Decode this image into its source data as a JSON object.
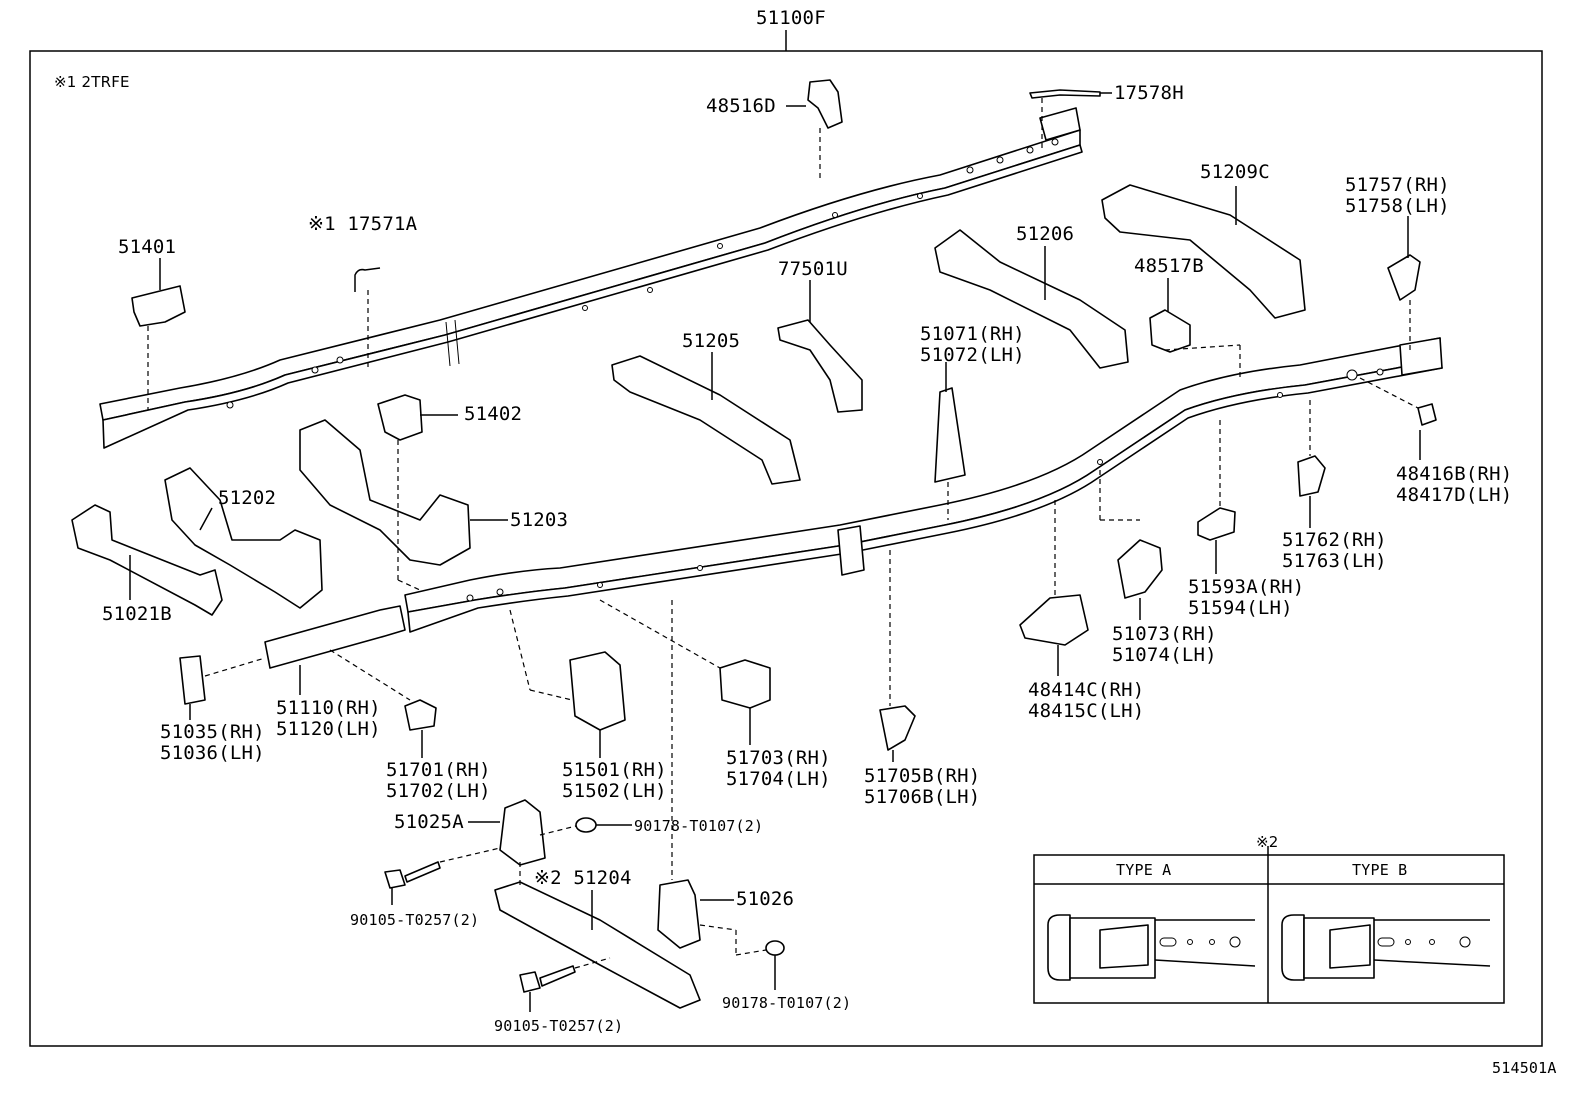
{
  "diagram": {
    "main_part": "51100F",
    "drawing_no": "514501A",
    "footnote1": "※1 2TRFE",
    "footnote2_mark": "※2",
    "type_a": "TYPE A",
    "type_b": "TYPE B",
    "labels": {
      "p48516D": "48516D",
      "p17578H": "17578H",
      "p51209C": "51209C",
      "p51757": [
        "51757(RH)",
        "51758(LH)"
      ],
      "p17571A": "※1 17571A",
      "p51401": "51401",
      "p77501U": "77501U",
      "p51206": "51206",
      "p48517B": "48517B",
      "p51205": "51205",
      "p51071": [
        "51071(RH)",
        "51072(LH)"
      ],
      "p51402": "51402",
      "p51202": "51202",
      "p51203": "51203",
      "p48416B": [
        "48416B(RH)",
        "48417D(LH)"
      ],
      "p51021B": "51021B",
      "p51762": [
        "51762(RH)",
        "51763(LH)"
      ],
      "p51593A": [
        "51593A(RH)",
        "51594(LH)"
      ],
      "p51073": [
        "51073(RH)",
        "51074(LH)"
      ],
      "p48414C": [
        "48414C(RH)",
        "48415C(LH)"
      ],
      "p51110": [
        "51110(RH)",
        "51120(LH)"
      ],
      "p51035": [
        "51035(RH)",
        "51036(LH)"
      ],
      "p51701": [
        "51701(RH)",
        "51702(LH)"
      ],
      "p51501": [
        "51501(RH)",
        "51502(LH)"
      ],
      "p51703": [
        "51703(RH)",
        "51704(LH)"
      ],
      "p51705B": [
        "51705B(RH)",
        "51706B(LH)"
      ],
      "p51025A": "51025A",
      "p90178a": "90178-T0107(2)",
      "p51204": "※2 51204",
      "p51026": "51026",
      "p90105a": "90105-T0257(2)",
      "p90178b": "90178-T0107(2)",
      "p90105b": "90105-T0257(2)"
    }
  }
}
